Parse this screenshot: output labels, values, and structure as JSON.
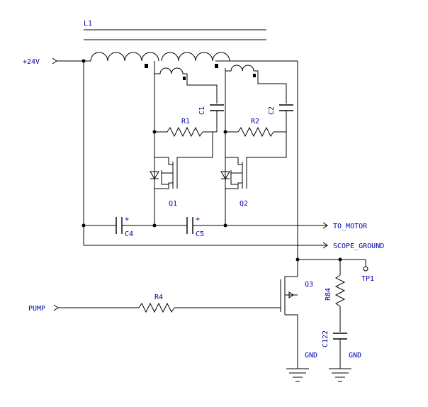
{
  "schematic": {
    "inductor": {
      "label": "L1"
    },
    "nets": {
      "supply": "+24V",
      "motor": "TO_MOTOR",
      "scope": "SCOPE_GROUND",
      "pump": "PUMP",
      "testpoint": "TP1",
      "gnd_left": "GND",
      "gnd_right": "GND"
    },
    "components": {
      "C1": "C1",
      "C2": "C2",
      "R1": "R1",
      "R2": "R2",
      "Q1": "Q1",
      "Q2": "Q2",
      "C4": "C4",
      "C5": "C5",
      "R4": "R4",
      "Q3": "Q3",
      "R84": "R84",
      "C122": "C122",
      "plus_c4": "+",
      "plus_c5": "+"
    }
  }
}
